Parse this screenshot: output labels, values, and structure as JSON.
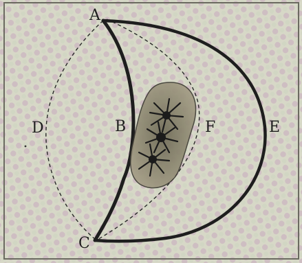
{
  "figure": {
    "points": {
      "a": "A",
      "b": "B",
      "c": "C",
      "d": "D",
      "e": "E",
      "f": "F"
    },
    "colors": {
      "background": "#d9d6c8",
      "texture_pink": "#c7a9bd",
      "texture_green": "#cdd6bf",
      "ink": "#1e1e1e",
      "nucleus_fill": "#8f8a73",
      "nucleus_edge": "#3e3c34",
      "star": "#1b1b1b"
    }
  }
}
